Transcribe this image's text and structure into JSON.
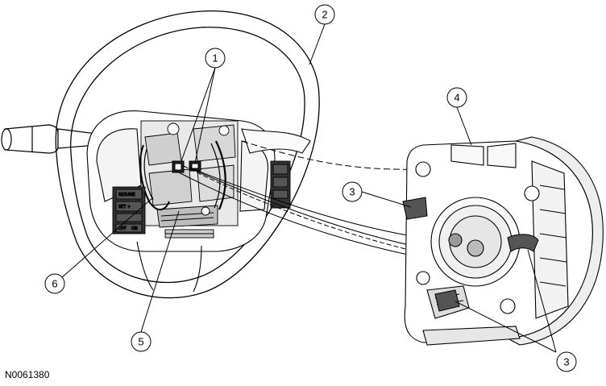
{
  "figure_id": "N0061380",
  "callouts": [
    {
      "key": "c1",
      "label": "1"
    },
    {
      "key": "c2",
      "label": "2"
    },
    {
      "key": "c3a",
      "label": "3"
    },
    {
      "key": "c3b",
      "label": "3"
    },
    {
      "key": "c4",
      "label": "4"
    },
    {
      "key": "c5",
      "label": "5"
    },
    {
      "key": "c6",
      "label": "6"
    }
  ],
  "button_labels": {
    "resume": "RESUME",
    "set": "SET +",
    "off": "OFF",
    "on": "ON"
  }
}
